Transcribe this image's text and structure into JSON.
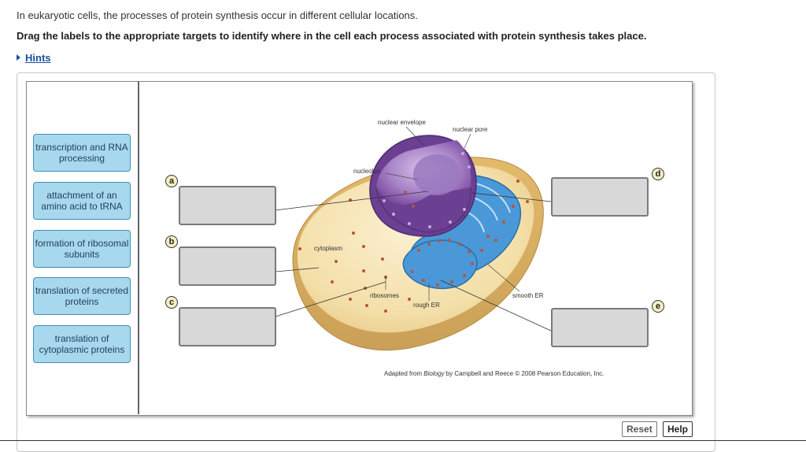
{
  "intro": "In eukaryotic cells, the processes of protein synthesis occur in different cellular locations.",
  "instructions": "Drag the labels to the appropriate targets to identify where in the cell each process associated with protein synthesis takes place.",
  "hints_label": "Hints",
  "labels": [
    "transcription and RNA processing",
    "attachment of an amino acid to tRNA",
    "formation of ribosomal subunits",
    "translation of secreted proteins",
    "translation of cytoplasmic proteins"
  ],
  "target_badges": {
    "a": "a",
    "b": "b",
    "c": "c",
    "d": "d",
    "e": "e"
  },
  "diagram_labels": {
    "nuclear_envelope": "nuclear envelope",
    "nuclear_pore": "nuclear pore",
    "nucleolus": "nucleolus",
    "cytoplasm": "cytoplasm",
    "ribosomes": "ribosomes",
    "rough_er": "rough ER",
    "smooth_er": "smooth ER"
  },
  "credit": {
    "before": "Adapted from ",
    "title": "Biology",
    "after": " by Campbell and Reece © 2008 Pearson Education, Inc."
  },
  "buttons": {
    "reset": "Reset",
    "help": "Help"
  },
  "colors": {
    "label_bg": "#a8d8ee",
    "label_border": "#3f8fb8",
    "hint_link": "#1a4fa0",
    "nucleus": "#7b4aa0",
    "er": "#3e8fd0",
    "cytoplasm": "#f3dfa8"
  }
}
